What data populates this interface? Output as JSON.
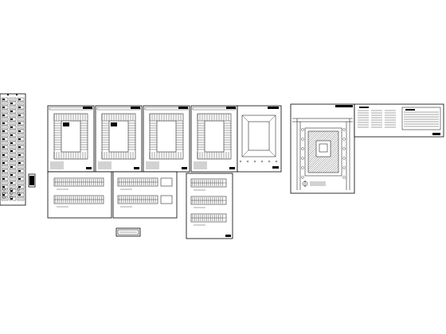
{
  "canvas": {
    "background": "#ffffff",
    "ink": "#000000"
  },
  "sheets": [
    {
      "id": "legend-strip",
      "kind": "legend"
    },
    {
      "id": "small-detail",
      "kind": "detail"
    },
    {
      "id": "floor-plan-1",
      "kind": "floor-plan"
    },
    {
      "id": "floor-plan-2",
      "kind": "floor-plan"
    },
    {
      "id": "floor-plan-3",
      "kind": "floor-plan"
    },
    {
      "id": "floor-plan-4",
      "kind": "floor-plan"
    },
    {
      "id": "roof-plan",
      "kind": "floor-plan"
    },
    {
      "id": "elevation-1",
      "kind": "elevation"
    },
    {
      "id": "elevation-2",
      "kind": "elevation"
    },
    {
      "id": "elevation-3",
      "kind": "elevation"
    },
    {
      "id": "title-block",
      "kind": "title"
    },
    {
      "id": "site-plan",
      "kind": "site-plan"
    },
    {
      "id": "notes-sheet",
      "kind": "notes"
    }
  ]
}
